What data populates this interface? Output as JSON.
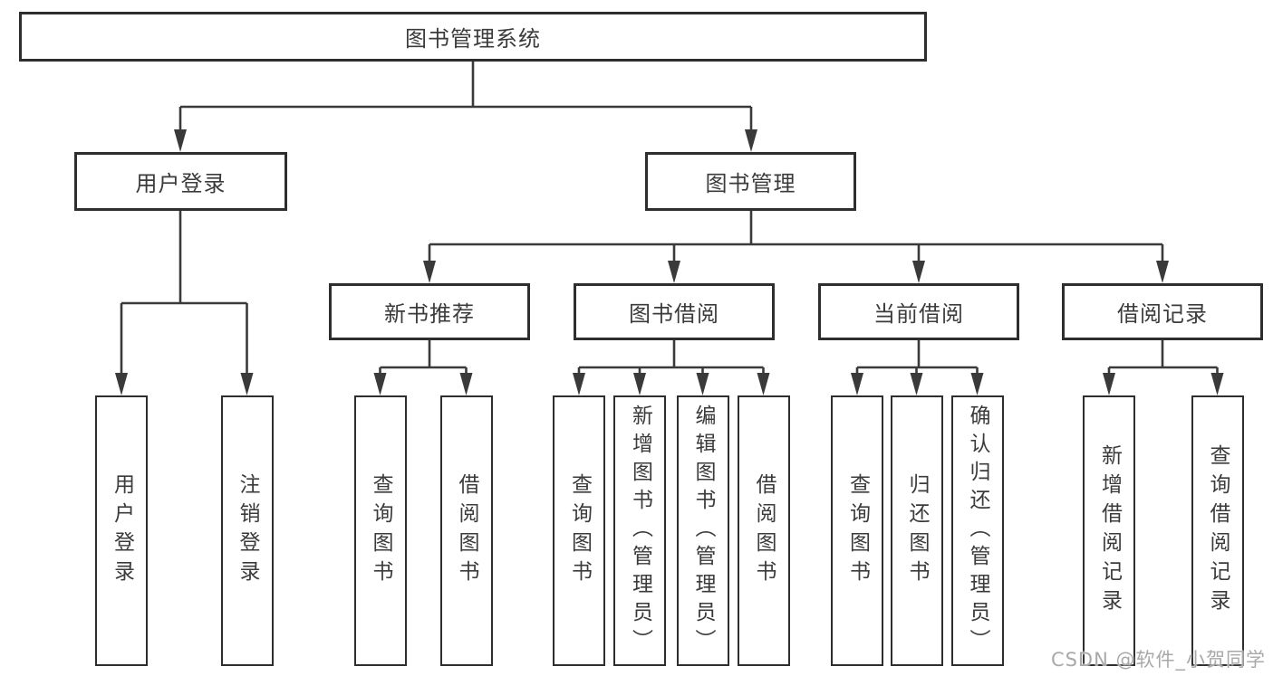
{
  "diagram": {
    "root": "图书管理系统",
    "level2": {
      "user_login": "用户登录",
      "book_management": "图书管理"
    },
    "level3": {
      "new_book_recommend": "新书推荐",
      "book_borrow": "图书借阅",
      "current_borrow": "当前借阅",
      "borrow_records": "借阅记录"
    },
    "leaves": {
      "user_login": [
        "用户登录",
        "注销登录"
      ],
      "new_book_recommend": [
        "查询图书",
        "借阅图书"
      ],
      "book_borrow": [
        "查询图书",
        "新增图书（管理员）",
        "编辑图书（管理员）",
        "借阅图书"
      ],
      "current_borrow": [
        "查询图书",
        "归还图书",
        "确认归还（管理员）"
      ],
      "borrow_records": [
        "新增借阅记录",
        "查询借阅记录"
      ]
    }
  },
  "watermark": "CSDN @软件_小贺同学",
  "colors": {
    "line": "#3a3a3a",
    "border": "#2e2e2e",
    "text": "#3b3b3b",
    "watermark": "#a9a9a9",
    "background": "#ffffff"
  }
}
